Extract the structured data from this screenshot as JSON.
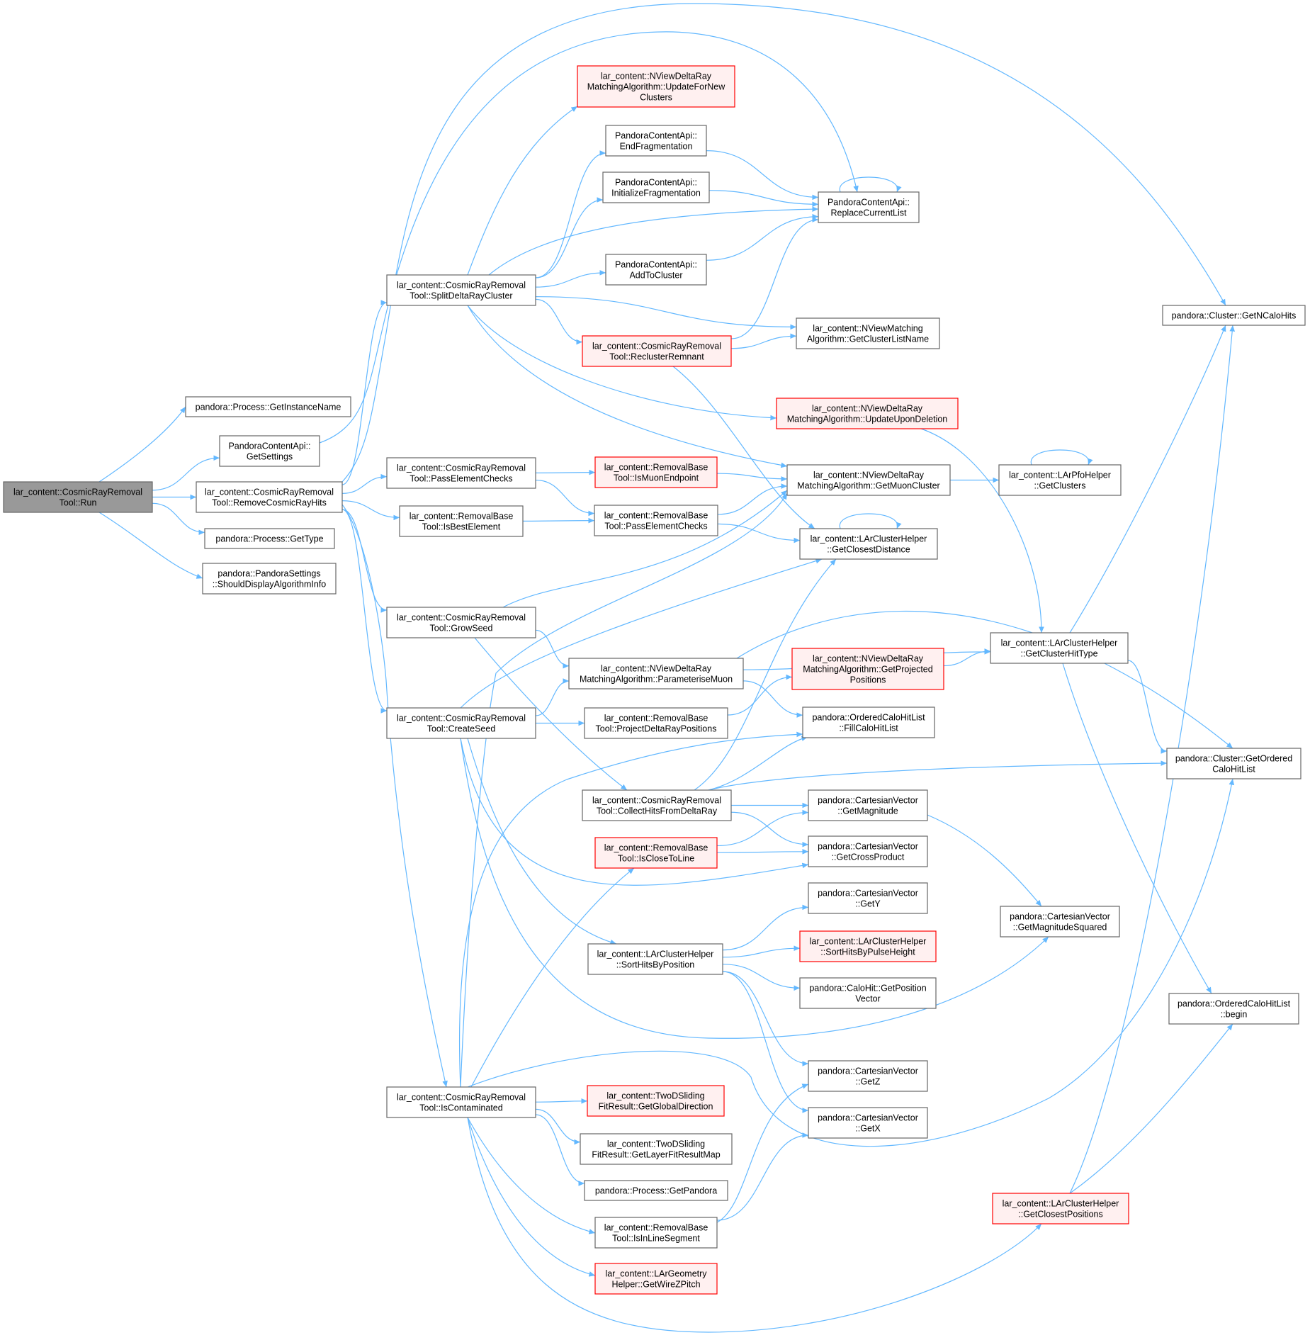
{
  "colors": {
    "edge": "#63b8ff",
    "normal_border": "#666666",
    "normal_fill": "#ffffff",
    "truncated_border": "#ff0000",
    "truncated_fill": "#fff0f0",
    "root_fill": "#999999",
    "root_border": "#666666"
  },
  "nodes": {
    "run": {
      "lines": [
        "lar_content::CosmicRayRemoval",
        "Tool::Run"
      ],
      "style": "root"
    },
    "getinstancename": {
      "lines": [
        "pandora::Process::GetInstanceName"
      ],
      "style": "normal"
    },
    "getsettings": {
      "lines": [
        "PandoraContentApi::",
        "GetSettings"
      ],
      "style": "normal"
    },
    "removecosmicrayhits": {
      "lines": [
        "lar_content::CosmicRayRemoval",
        "Tool::RemoveCosmicRayHits"
      ],
      "style": "normal"
    },
    "gettype": {
      "lines": [
        "pandora::Process::GetType"
      ],
      "style": "normal"
    },
    "shoulddisplay": {
      "lines": [
        "pandora::PandoraSettings",
        "::ShouldDisplayAlgorithmInfo"
      ],
      "style": "normal"
    },
    "splitdeltaraycluster": {
      "lines": [
        "lar_content::CosmicRayRemoval",
        "Tool::SplitDeltaRayCluster"
      ],
      "style": "normal"
    },
    "passelementchecks_crr": {
      "lines": [
        "lar_content::CosmicRayRemoval",
        "Tool::PassElementChecks"
      ],
      "style": "normal"
    },
    "isbestelement": {
      "lines": [
        "lar_content::RemovalBase",
        "Tool::IsBestElement"
      ],
      "style": "normal"
    },
    "growseed": {
      "lines": [
        "lar_content::CosmicRayRemoval",
        "Tool::GrowSeed"
      ],
      "style": "normal"
    },
    "createseed": {
      "lines": [
        "lar_content::CosmicRayRemoval",
        "Tool::CreateSeed"
      ],
      "style": "normal"
    },
    "iscontaminated": {
      "lines": [
        "lar_content::CosmicRayRemoval",
        "Tool::IsContaminated"
      ],
      "style": "normal"
    },
    "updatefornewclusters": {
      "lines": [
        "lar_content::NViewDeltaRay",
        "MatchingAlgorithm::UpdateForNew",
        "Clusters"
      ],
      "style": "truncated"
    },
    "endfragmentation": {
      "lines": [
        "PandoraContentApi::",
        "EndFragmentation"
      ],
      "style": "normal"
    },
    "initializefragmentation": {
      "lines": [
        "PandoraContentApi::",
        "InitializeFragmentation"
      ],
      "style": "normal"
    },
    "addtocluster": {
      "lines": [
        "PandoraContentApi::",
        "AddToCluster"
      ],
      "style": "normal"
    },
    "reclusterremnant": {
      "lines": [
        "lar_content::CosmicRayRemoval",
        "Tool::ReclusterRemnant"
      ],
      "style": "truncated"
    },
    "replacecurrentlist": {
      "lines": [
        "PandoraContentApi::",
        "ReplaceCurrentList"
      ],
      "style": "normal"
    },
    "getclusterlistname": {
      "lines": [
        "lar_content::NViewMatching",
        "Algorithm::GetClusterListName"
      ],
      "style": "normal"
    },
    "updateupondeletion": {
      "lines": [
        "lar_content::NViewDeltaRay",
        "MatchingAlgorithm::UpdateUponDeletion"
      ],
      "style": "truncated"
    },
    "ismuonendpoint": {
      "lines": [
        "lar_content::RemovalBase",
        "Tool::IsMuonEndpoint"
      ],
      "style": "truncated"
    },
    "passelementchecks_rb": {
      "lines": [
        "lar_content::RemovalBase",
        "Tool::PassElementChecks"
      ],
      "style": "normal"
    },
    "getmuoncluster": {
      "lines": [
        "lar_content::NViewDeltaRay",
        "MatchingAlgorithm::GetMuonCluster"
      ],
      "style": "normal"
    },
    "getclosestdistance": {
      "lines": [
        "lar_content::LArClusterHelper",
        "::GetClosestDistance"
      ],
      "style": "normal"
    },
    "getclusters": {
      "lines": [
        "lar_content::LArPfoHelper",
        "::GetClusters"
      ],
      "style": "normal"
    },
    "getncalohits": {
      "lines": [
        "pandora::Cluster::GetNCaloHits"
      ],
      "style": "normal"
    },
    "parameterisemuon": {
      "lines": [
        "lar_content::NViewDeltaRay",
        "MatchingAlgorithm::ParameteriseMuon"
      ],
      "style": "normal"
    },
    "projectdeltaraypositions": {
      "lines": [
        "lar_content::RemovalBase",
        "Tool::ProjectDeltaRayPositions"
      ],
      "style": "normal"
    },
    "getprojectedpositions": {
      "lines": [
        "lar_content::NViewDeltaRay",
        "MatchingAlgorithm::GetProjected",
        "Positions"
      ],
      "style": "truncated"
    },
    "getclusterhittype": {
      "lines": [
        "lar_content::LArClusterHelper",
        "::GetClusterHitType"
      ],
      "style": "normal"
    },
    "fillcalohitlist": {
      "lines": [
        "pandora::OrderedCaloHitList",
        "::FillCaloHitList"
      ],
      "style": "normal"
    },
    "getorderedcalohitlist": {
      "lines": [
        "pandora::Cluster::GetOrdered",
        "CaloHitList"
      ],
      "style": "normal"
    },
    "collecthitsfromdeltaray": {
      "lines": [
        "lar_content::CosmicRayRemoval",
        "Tool::CollectHitsFromDeltaRay"
      ],
      "style": "normal"
    },
    "getmagnitude": {
      "lines": [
        "pandora::CartesianVector",
        "::GetMagnitude"
      ],
      "style": "normal"
    },
    "isclosetoline": {
      "lines": [
        "lar_content::RemovalBase",
        "Tool::IsCloseToLine"
      ],
      "style": "truncated"
    },
    "getcrossproduct": {
      "lines": [
        "pandora::CartesianVector",
        "::GetCrossProduct"
      ],
      "style": "normal"
    },
    "gety": {
      "lines": [
        "pandora::CartesianVector",
        "::GetY"
      ],
      "style": "normal"
    },
    "getmagnitudesquared": {
      "lines": [
        "pandora::CartesianVector",
        "::GetMagnitudeSquared"
      ],
      "style": "normal"
    },
    "sorthitsbyposition": {
      "lines": [
        "lar_content::LArClusterHelper",
        "::SortHitsByPosition"
      ],
      "style": "normal"
    },
    "sorthitsbypulseheight": {
      "lines": [
        "lar_content::LArClusterHelper",
        "::SortHitsByPulseHeight"
      ],
      "style": "truncated"
    },
    "getpositionvector": {
      "lines": [
        "pandora::CaloHit::GetPosition",
        "Vector"
      ],
      "style": "normal"
    },
    "begin": {
      "lines": [
        "pandora::OrderedCaloHitList",
        "::begin"
      ],
      "style": "normal"
    },
    "getz": {
      "lines": [
        "pandora::CartesianVector",
        "::GetZ"
      ],
      "style": "normal"
    },
    "getx": {
      "lines": [
        "pandora::CartesianVector",
        "::GetX"
      ],
      "style": "normal"
    },
    "getglobaldirection": {
      "lines": [
        "lar_content::TwoDSliding",
        "FitResult::GetGlobalDirection"
      ],
      "style": "truncated"
    },
    "getlayerfitresultmap": {
      "lines": [
        "lar_content::TwoDSliding",
        "FitResult::GetLayerFitResultMap"
      ],
      "style": "normal"
    },
    "getpandora": {
      "lines": [
        "pandora::Process::GetPandora"
      ],
      "style": "normal"
    },
    "isinlinesegment": {
      "lines": [
        "lar_content::RemovalBase",
        "Tool::IsInLineSegment"
      ],
      "style": "normal"
    },
    "getwirezpitch": {
      "lines": [
        "lar_content::LArGeometry",
        "Helper::GetWireZPitch"
      ],
      "style": "truncated"
    },
    "getclosestpositions": {
      "lines": [
        "lar_content::LArClusterHelper",
        "::GetClosestPositions"
      ],
      "style": "truncated"
    }
  },
  "edges": [
    [
      "run",
      "getinstancename"
    ],
    [
      "run",
      "getsettings"
    ],
    [
      "run",
      "removecosmicrayhits"
    ],
    [
      "run",
      "gettype"
    ],
    [
      "run",
      "shoulddisplay"
    ],
    [
      "getsettings",
      "replacecurrentlist"
    ],
    [
      "removecosmicrayhits",
      "splitdeltaraycluster"
    ],
    [
      "removecosmicrayhits",
      "passelementchecks_crr"
    ],
    [
      "removecosmicrayhits",
      "isbestelement"
    ],
    [
      "removecosmicrayhits",
      "growseed"
    ],
    [
      "removecosmicrayhits",
      "createseed"
    ],
    [
      "removecosmicrayhits",
      "iscontaminated"
    ],
    [
      "removecosmicrayhits",
      "getncalohits"
    ],
    [
      "splitdeltaraycluster",
      "updatefornewclusters"
    ],
    [
      "splitdeltaraycluster",
      "endfragmentation"
    ],
    [
      "splitdeltaraycluster",
      "initializefragmentation"
    ],
    [
      "splitdeltaraycluster",
      "replacecurrentlist"
    ],
    [
      "splitdeltaraycluster",
      "addtocluster"
    ],
    [
      "splitdeltaraycluster",
      "getclusterlistname"
    ],
    [
      "splitdeltaraycluster",
      "reclusterremnant"
    ],
    [
      "splitdeltaraycluster",
      "updateupondeletion"
    ],
    [
      "splitdeltaraycluster",
      "getmuoncluster"
    ],
    [
      "endfragmentation",
      "replacecurrentlist"
    ],
    [
      "initializefragmentation",
      "replacecurrentlist"
    ],
    [
      "addtocluster",
      "replacecurrentlist"
    ],
    [
      "reclusterremnant",
      "replacecurrentlist"
    ],
    [
      "reclusterremnant",
      "getclusterlistname"
    ],
    [
      "reclusterremnant",
      "getclosestdistance"
    ],
    [
      "replacecurrentlist",
      "replacecurrentlist"
    ],
    [
      "updateupondeletion",
      "getclusterhittype"
    ],
    [
      "passelementchecks_crr",
      "ismuonendpoint"
    ],
    [
      "passelementchecks_crr",
      "passelementchecks_rb"
    ],
    [
      "isbestelement",
      "passelementchecks_rb"
    ],
    [
      "ismuonendpoint",
      "getmuoncluster"
    ],
    [
      "passelementchecks_rb",
      "getmuoncluster"
    ],
    [
      "passelementchecks_rb",
      "getclosestdistance"
    ],
    [
      "getmuoncluster",
      "getclusters"
    ],
    [
      "getclusters",
      "getclusters"
    ],
    [
      "getclosestdistance",
      "getclosestdistance"
    ],
    [
      "growseed",
      "getmuoncluster"
    ],
    [
      "growseed",
      "parameterisemuon"
    ],
    [
      "growseed",
      "collecthitsfromdeltaray"
    ],
    [
      "createseed",
      "getclosestdistance"
    ],
    [
      "createseed",
      "parameterisemuon"
    ],
    [
      "createseed",
      "projectdeltaraypositions"
    ],
    [
      "createseed",
      "getcrossproduct"
    ],
    [
      "createseed",
      "sorthitsbyposition"
    ],
    [
      "createseed",
      "getmagnitudesquared"
    ],
    [
      "parameterisemuon",
      "getclusterhittype"
    ],
    [
      "parameterisemuon",
      "getorderedcalohitlist"
    ],
    [
      "parameterisemuon",
      "fillcalohitlist"
    ],
    [
      "projectdeltaraypositions",
      "getprojectedpositions"
    ],
    [
      "getprojectedpositions",
      "getclusterhittype"
    ],
    [
      "getclusterhittype",
      "getncalohits"
    ],
    [
      "getclusterhittype",
      "getorderedcalohitlist"
    ],
    [
      "getclusterhittype",
      "begin"
    ],
    [
      "collecthitsfromdeltaray",
      "getclosestdistance"
    ],
    [
      "collecthitsfromdeltaray",
      "fillcalohitlist"
    ],
    [
      "collecthitsfromdeltaray",
      "getorderedcalohitlist"
    ],
    [
      "collecthitsfromdeltaray",
      "getmagnitude"
    ],
    [
      "collecthitsfromdeltaray",
      "getcrossproduct"
    ],
    [
      "isclosetoline",
      "getmagnitude"
    ],
    [
      "isclosetoline",
      "getcrossproduct"
    ],
    [
      "getmagnitude",
      "getmagnitudesquared"
    ],
    [
      "sorthitsbyposition",
      "gety"
    ],
    [
      "sorthitsbyposition",
      "sorthitsbypulseheight"
    ],
    [
      "sorthitsbyposition",
      "getpositionvector"
    ],
    [
      "sorthitsbyposition",
      "getz"
    ],
    [
      "sorthitsbyposition",
      "getx"
    ],
    [
      "iscontaminated",
      "getmuoncluster"
    ],
    [
      "iscontaminated",
      "fillcalohitlist"
    ],
    [
      "iscontaminated",
      "isclosetoline"
    ],
    [
      "iscontaminated",
      "getglobaldirection"
    ],
    [
      "iscontaminated",
      "getlayerfitresultmap"
    ],
    [
      "iscontaminated",
      "getpandora"
    ],
    [
      "iscontaminated",
      "isinlinesegment"
    ],
    [
      "iscontaminated",
      "getwirezpitch"
    ],
    [
      "iscontaminated",
      "getclosestpositions"
    ],
    [
      "iscontaminated",
      "getorderedcalohitlist"
    ],
    [
      "isinlinesegment",
      "getz"
    ],
    [
      "isinlinesegment",
      "getx"
    ],
    [
      "getclosestpositions",
      "getncalohits"
    ],
    [
      "getclosestpositions",
      "begin"
    ]
  ]
}
